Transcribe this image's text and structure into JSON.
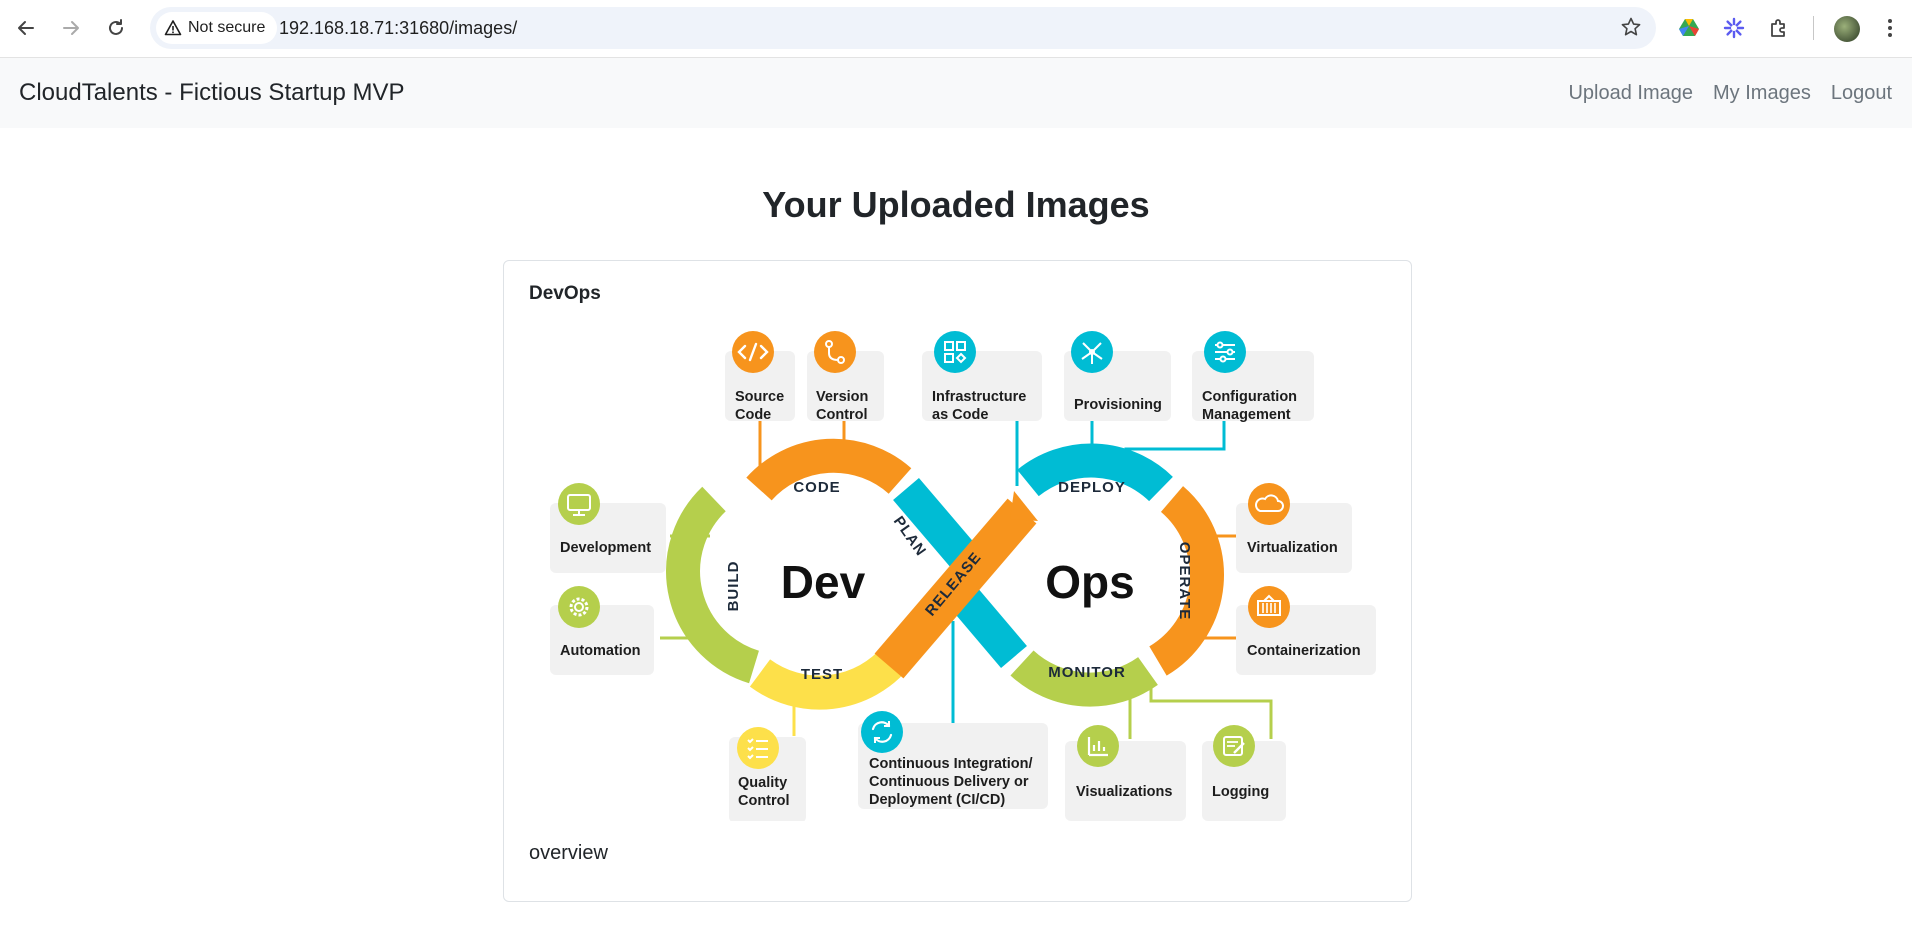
{
  "browser": {
    "security_label": "Not secure",
    "url": "192.168.18.71:31680/images/"
  },
  "navbar": {
    "brand": "CloudTalents - Fictious Startup MVP",
    "links": [
      "Upload Image",
      "My Images",
      "Logout"
    ]
  },
  "page": {
    "title": "Your Uploaded Images"
  },
  "card": {
    "title": "DevOps",
    "description": "overview",
    "diagram": {
      "center_left": "Dev",
      "center_right": "Ops",
      "stages": {
        "code": "CODE",
        "plan": "PLAN",
        "build": "BUILD",
        "test": "TEST",
        "release": "RELEASE",
        "deploy": "DEPLOY",
        "operate": "OPERATE",
        "monitor": "MONITOR"
      },
      "labels": {
        "source_code_1": "Source",
        "source_code_2": "Code",
        "version_control_1": "Version",
        "version_control_2": "Control",
        "iac_1": "Infrastructure",
        "iac_2": "as Code",
        "provisioning": "Provisioning",
        "config_1": "Configuration",
        "config_2": "Management",
        "development": "Development",
        "automation": "Automation",
        "virtualization": "Virtualization",
        "containerization": "Containerization",
        "qc_1": "Quality",
        "qc_2": "Control",
        "cicd_1": "Continuous Integration/",
        "cicd_2": "Continuous Delivery or",
        "cicd_3": "Deployment (CI/CD)",
        "visualizations": "Visualizations",
        "logging": "Logging"
      },
      "colors": {
        "orange": "#f7941d",
        "teal": "#00bcd4",
        "green": "#b5cf4c",
        "yellow": "#fde04a",
        "box": "#f1f1f1"
      }
    }
  }
}
